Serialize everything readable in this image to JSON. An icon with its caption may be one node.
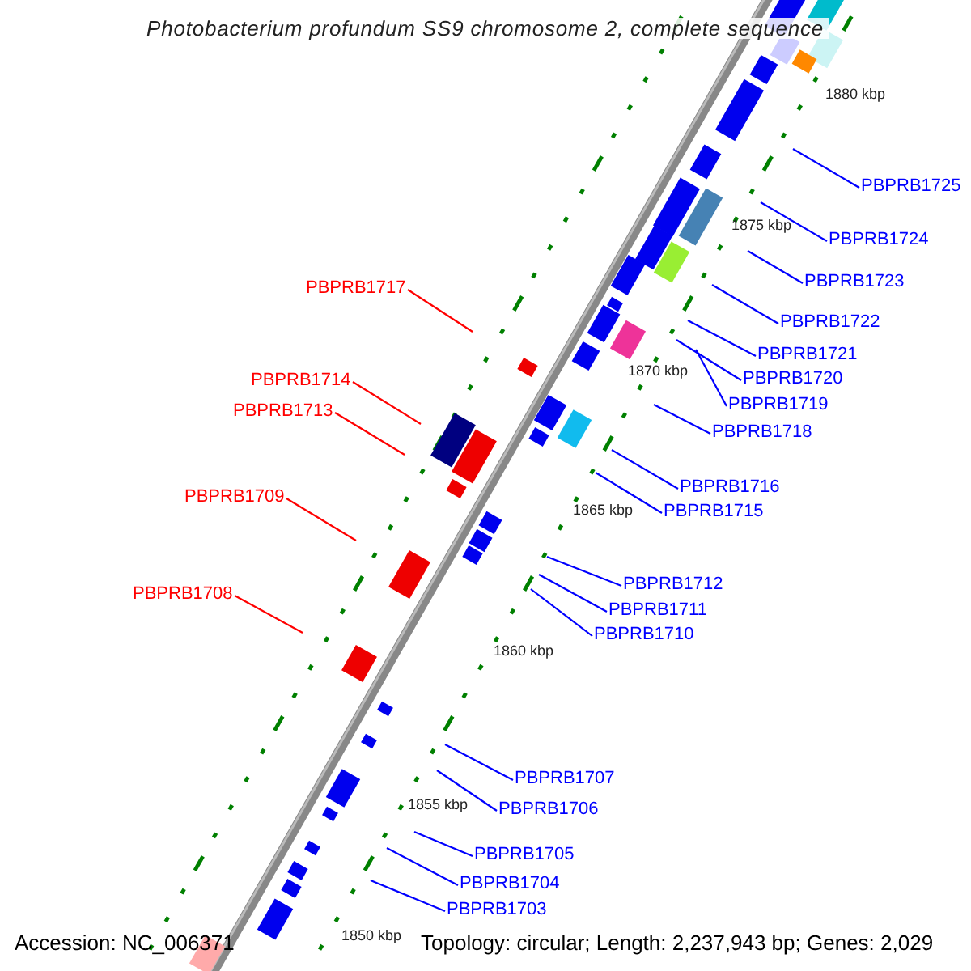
{
  "diagram": {
    "title": "Photobacterium profundum SS9 chromosome 2, complete sequence",
    "nodes": [
      {
        "text": [
          "PBPRB1725"
        ]
      },
      {
        "text": [
          "PBPRB1724"
        ]
      },
      {
        "text": [
          "PBPRB1723"
        ]
      },
      {
        "text": [
          "PBPRB1722"
        ]
      },
      {
        "text": [
          "PBPRB1717"
        ]
      },
      {
        "text": [
          "PBPRB1721"
        ]
      },
      {
        "text": [
          "PBPRB1720"
        ]
      },
      {
        "text": [
          "PBPRB1714"
        ]
      },
      {
        "text": [
          "PBPRB1719"
        ]
      },
      {
        "text": [
          "PBPRB1713"
        ]
      },
      {
        "text": [
          "PBPRB1718"
        ]
      },
      {
        "text": [
          "PBPRB1716"
        ]
      },
      {
        "text": [
          "PBPRB1709"
        ]
      },
      {
        "text": [
          "PBPRB1715"
        ]
      },
      {
        "text": [
          "PBPRB1712"
        ]
      },
      {
        "text": [
          "PBPRB1708"
        ]
      },
      {
        "text": [
          "PBPRB1711"
        ]
      },
      {
        "text": [
          "PBPRB1710"
        ]
      },
      {
        "text": [
          "PBPRB1707"
        ]
      },
      {
        "text": [
          "PBPRB1706"
        ]
      },
      {
        "text": [
          "PBPRB1705"
        ]
      },
      {
        "text": [
          "PBPRB1704"
        ]
      },
      {
        "text": [
          "PBPRB1703"
        ]
      }
    ],
    "edges": [
      {
        "from": 0,
        "to": null,
        "arrow": "none"
      },
      {
        "from": 1,
        "to": null,
        "arrow": "none"
      },
      {
        "from": 2,
        "to": null,
        "arrow": "none"
      },
      {
        "from": 3,
        "to": null,
        "arrow": "none"
      },
      {
        "from": 4,
        "to": null,
        "arrow": "none",
        "color": "#ff0000"
      },
      {
        "from": 5,
        "to": null,
        "arrow": "none"
      },
      {
        "from": 6,
        "to": null,
        "arrow": "none"
      },
      {
        "from": 7,
        "to": null,
        "arrow": "none",
        "color": "#ff0000"
      },
      {
        "from": 8,
        "to": null,
        "arrow": "none"
      },
      {
        "from": 9,
        "to": null,
        "arrow": "none",
        "color": "#ff0000"
      },
      {
        "from": 10,
        "to": null,
        "arrow": "none"
      },
      {
        "from": 11,
        "to": null,
        "arrow": "none"
      },
      {
        "from": 12,
        "to": null,
        "arrow": "none",
        "color": "#ff0000"
      },
      {
        "from": 13,
        "to": null,
        "arrow": "none"
      },
      {
        "from": 14,
        "to": null,
        "arrow": "none"
      },
      {
        "from": 15,
        "to": null,
        "arrow": "none",
        "color": "#ff0000"
      },
      {
        "from": 16,
        "to": null,
        "arrow": "none"
      },
      {
        "from": 17,
        "to": null,
        "arrow": "none"
      },
      {
        "from": 18,
        "to": null,
        "arrow": "none"
      },
      {
        "from": 19,
        "to": null,
        "arrow": "none"
      },
      {
        "from": 20,
        "to": null,
        "arrow": "none"
      },
      {
        "from": 21,
        "to": null,
        "arrow": "none"
      },
      {
        "from": 22,
        "to": null,
        "arrow": "none"
      }
    ],
    "labels": [
      "1880 kbp",
      "1875 kbp",
      "1870 kbp",
      "1865 kbp",
      "1860 kbp",
      "1855 kbp",
      "1850 kbp",
      "Accession: NC_006371",
      "Topology: circular; Length: 2,237,943 bp; Genes: 2,029"
    ]
  }
}
